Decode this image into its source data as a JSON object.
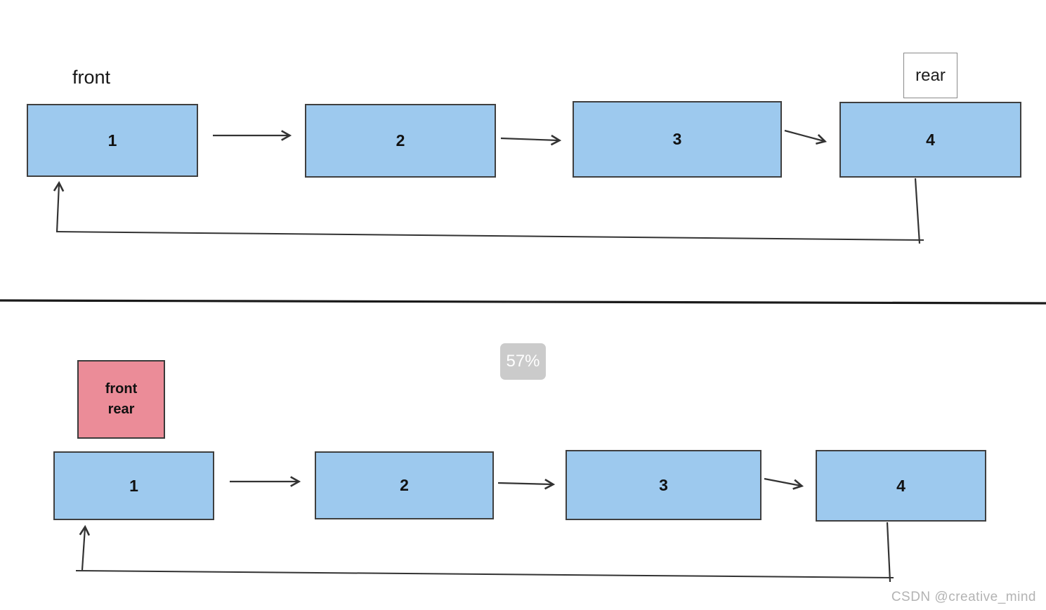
{
  "colors": {
    "node_fill": "#9dc9ee",
    "node_border": "#3f3f3f",
    "pointer_fill": "#eb8c98",
    "pointer_border": "#3a3a3a",
    "rear_tag_bg": "#ffffff",
    "rear_tag_border": "#8a8a8a",
    "badge_bg": "#cbcbcb",
    "badge_text": "#ffffff",
    "connector": "#333333",
    "divider": "#1a1a1a",
    "watermark_text": "#b3b3b3"
  },
  "top_diagram": {
    "front_label": "front",
    "rear_label": "rear",
    "nodes": [
      "1",
      "2",
      "3",
      "4"
    ]
  },
  "bottom_diagram": {
    "pointer_line1": "front",
    "pointer_line2": "rear",
    "zoom_badge": "57%",
    "nodes": [
      "1",
      "2",
      "3",
      "4"
    ]
  },
  "watermark": "CSDN @creative_mind"
}
